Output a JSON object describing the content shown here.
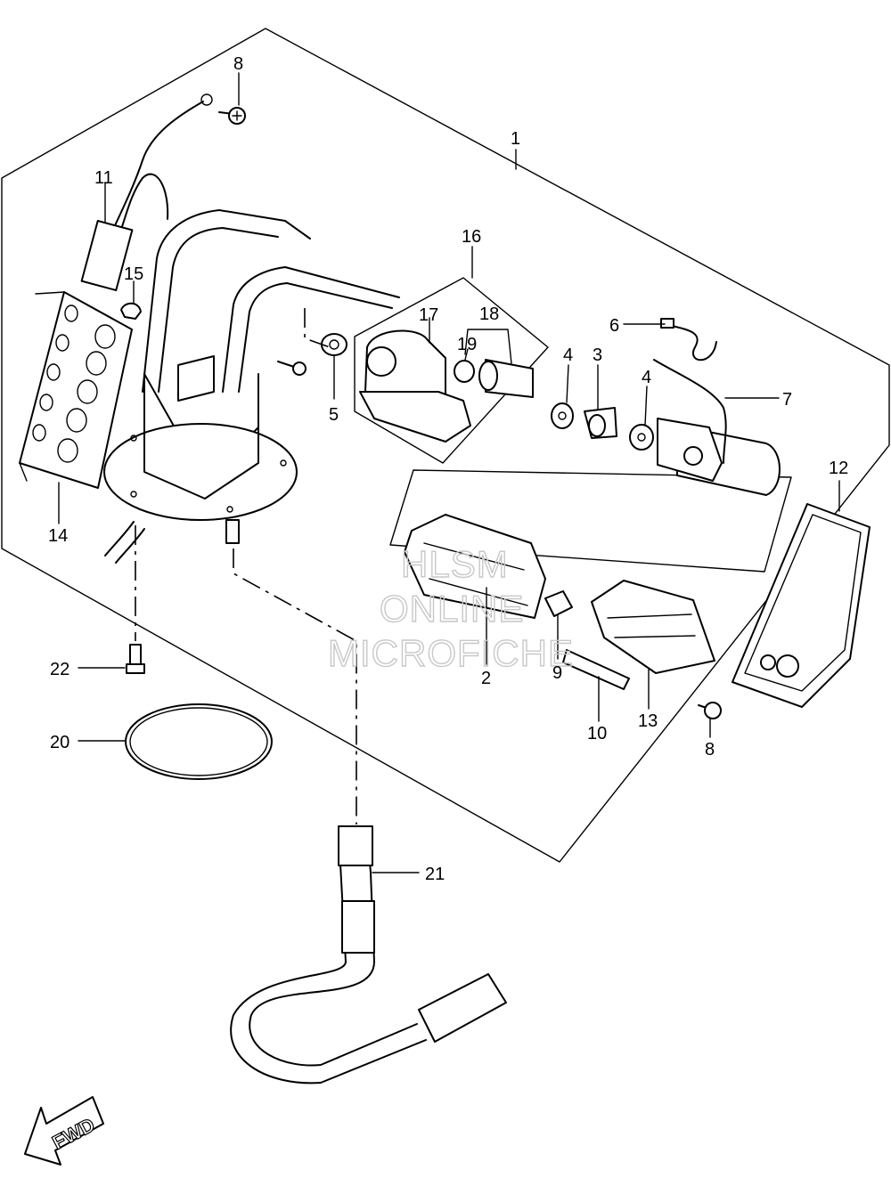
{
  "callouts": {
    "c1": "1",
    "c2": "2",
    "c3": "3",
    "c4a": "4",
    "c4b": "4",
    "c5": "5",
    "c6": "6",
    "c7": "7",
    "c8a": "8",
    "c8b": "8",
    "c9": "9",
    "c10": "10",
    "c11": "11",
    "c12": "12",
    "c13": "13",
    "c14": "14",
    "c15": "15",
    "c16": "16",
    "c17": "17",
    "c18": "18",
    "c19": "19",
    "c20": "20",
    "c21": "21",
    "c22": "22"
  },
  "watermark": {
    "line1": "HLSM",
    "line2": "ONLINE",
    "line3": "MICROFICHE"
  },
  "fwd_label": "FWD"
}
